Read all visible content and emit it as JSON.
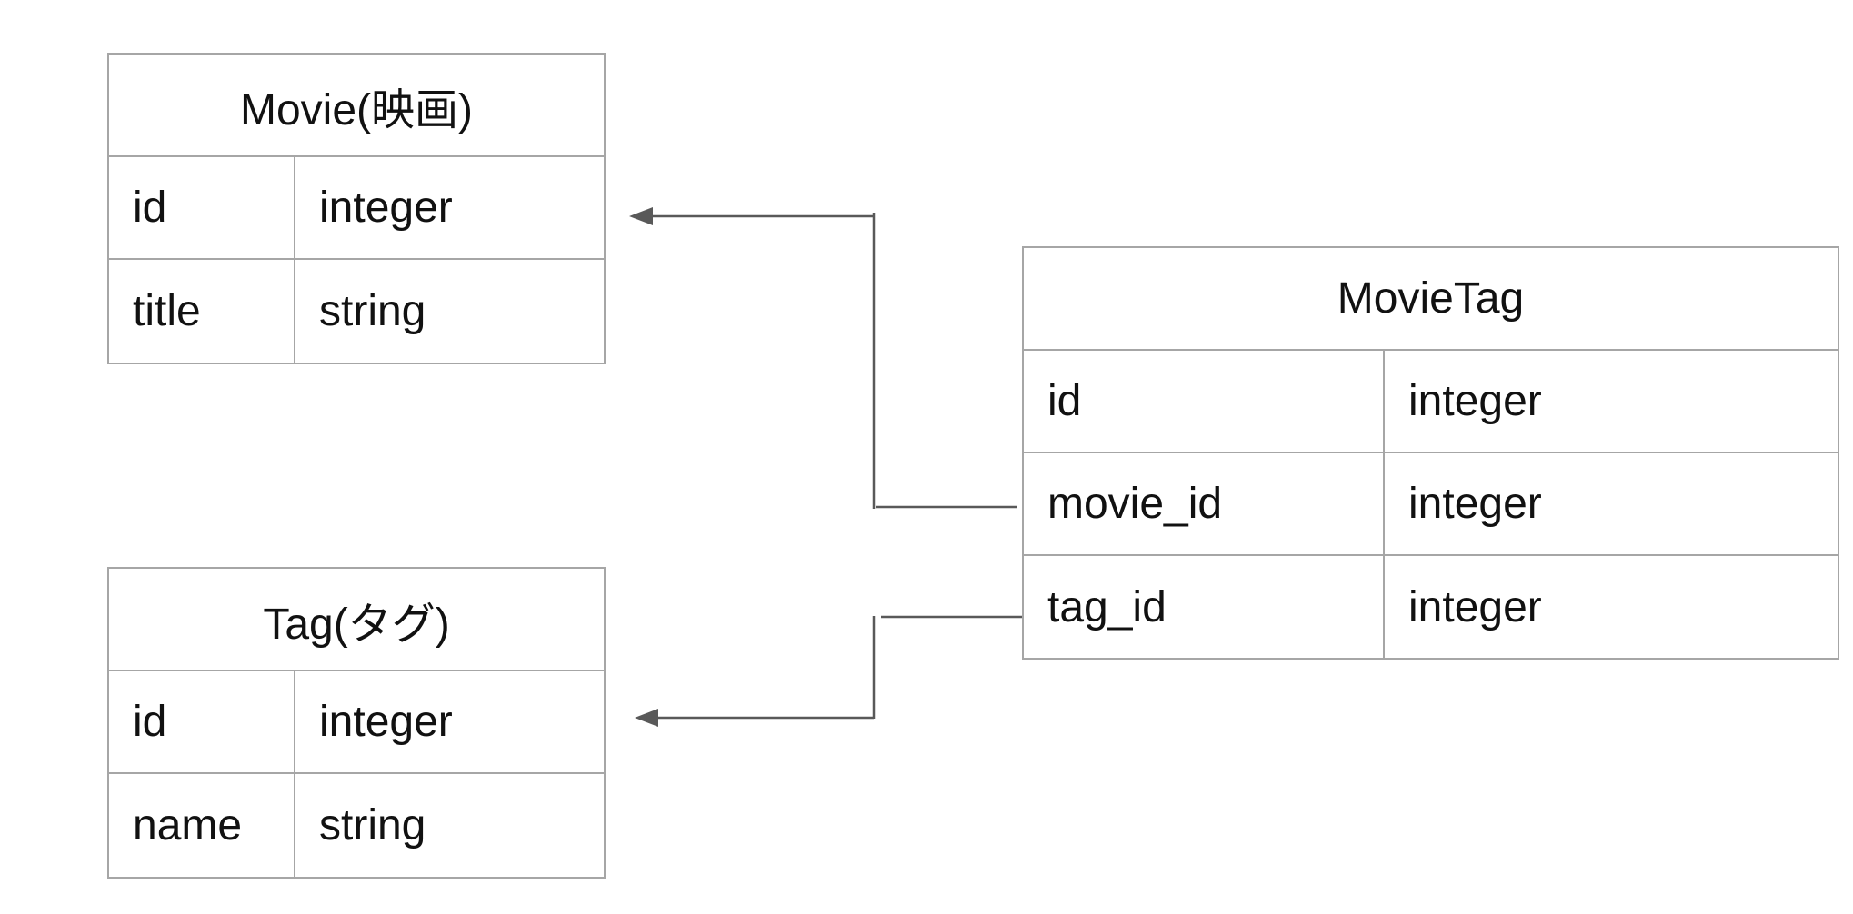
{
  "entities": {
    "movie": {
      "title": "Movie(映画)",
      "rows": [
        {
          "field": "id",
          "type": "integer"
        },
        {
          "field": "title",
          "type": "string"
        }
      ]
    },
    "tag": {
      "title": "Tag(タグ)",
      "rows": [
        {
          "field": "id",
          "type": "integer"
        },
        {
          "field": "name",
          "type": "string"
        }
      ]
    },
    "movietag": {
      "title": "MovieTag",
      "rows": [
        {
          "field": "id",
          "type": "integer"
        },
        {
          "field": "movie_id",
          "type": "integer"
        },
        {
          "field": "tag_id",
          "type": "integer"
        }
      ]
    }
  },
  "relations": [
    {
      "from": "movietag.movie_id",
      "to": "movie.id"
    },
    {
      "from": "movietag.tag_id",
      "to": "tag.id"
    }
  ],
  "colors": {
    "border": "#a6a6a6",
    "connector": "#595959",
    "text": "#111111"
  }
}
